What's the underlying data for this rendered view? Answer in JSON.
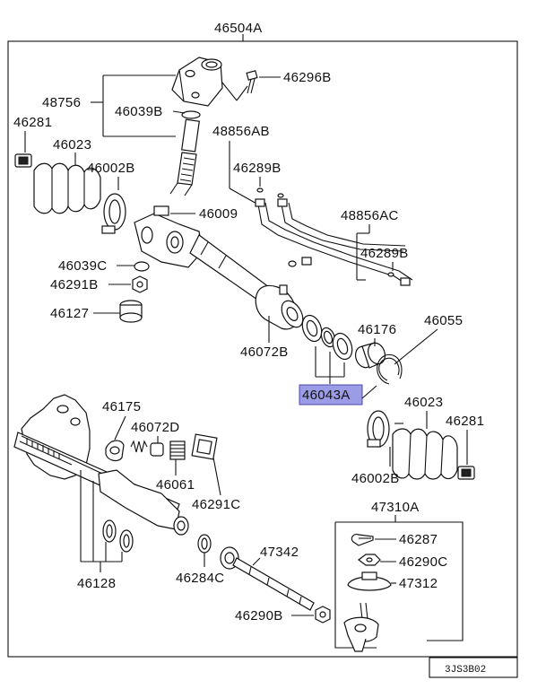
{
  "diagram": {
    "assembly_label": "46504A",
    "labels": {
      "p48756": "48756",
      "p46039B": "46039B",
      "p46296B": "46296B",
      "p46281_left": "46281",
      "p46023_left": "46023",
      "p46002B_left": "46002B",
      "p48856AB": "48856AB",
      "p46289B_top": "46289B",
      "p46009": "46009",
      "p48856AC": "48856AC",
      "p46289B_right": "46289B",
      "p46039C": "46039C",
      "p46291B": "46291B",
      "p46127": "46127",
      "p46072B": "46072B",
      "p46176": "46176",
      "p46055": "46055",
      "p46043A": "46043A",
      "p46175": "46175",
      "p46072D": "46072D",
      "p46023_right": "46023",
      "p46281_right": "46281",
      "p46061": "46061",
      "p46291C": "46291C",
      "p46002B_right": "46002B",
      "p47310A": "47310A",
      "p46287": "46287",
      "p46290C": "46290C",
      "p47312": "47312",
      "p47342": "47342",
      "p46284C": "46284C",
      "p46290B": "46290B",
      "p46128": "46128"
    },
    "drawing_code": "3JS3B02",
    "highlight_color": "#9b9be6"
  }
}
